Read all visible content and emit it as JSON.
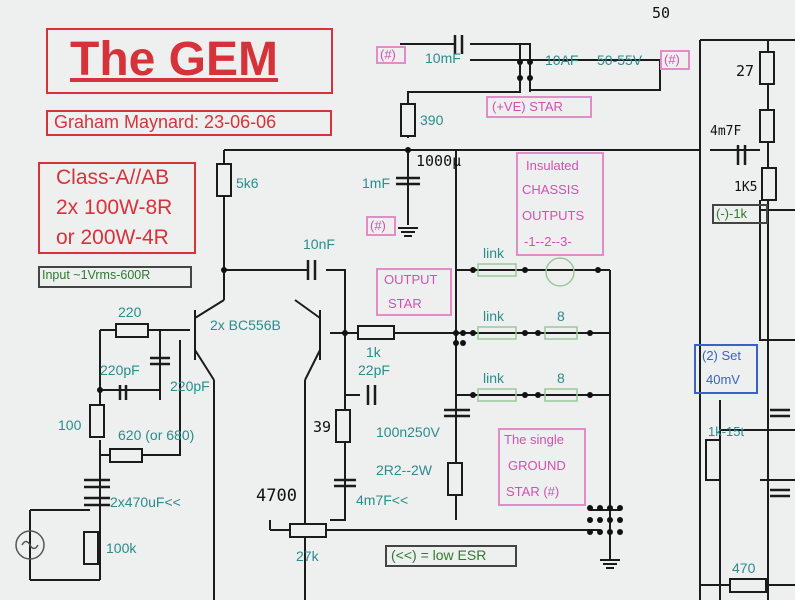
{
  "title": "The GEM",
  "author": "Graham Maynard: 23-06-06",
  "class_lines": [
    "Class-A//AB",
    "2x 100W-8R",
    "or 200W-4R"
  ],
  "input_label": "Input ~1Vrms-600R",
  "components": {
    "top_left_mark": "(#)",
    "cap_10mF": "10mF",
    "supply": "10AF",
    "supply_voltage": "50-55V",
    "supply_mark": "(#)",
    "top_number": "50",
    "pos_star": "(+VE) STAR",
    "r390": "390",
    "r5k6": "5k6",
    "c1mF": "1mF",
    "c1000": "1000μ",
    "mark_hash": "(#)",
    "c10nF": "10nF",
    "transistors": "2x BC556B",
    "r220": "220",
    "c220pF_a": "220pF",
    "c220pF_b": "220pF",
    "r100": "100",
    "r620": "620 (or 680)",
    "c2x470": "2x470uF<<",
    "r100k": "100k",
    "r1k": "1k",
    "c22pF": "22pF",
    "r39": "39",
    "c100n": "100n250V",
    "r2r2": "2R2--2W",
    "c4m7F": "4m7F<<",
    "n4700": "4700",
    "r27k": "27k",
    "low_esr": "(<<) = low ESR",
    "output_star": [
      "OUTPUT",
      "STAR"
    ],
    "insulated": [
      "Insulated",
      "CHASSIS",
      "OUTPUTS",
      "-1--2--3-"
    ],
    "link1": "link",
    "link2": "link",
    "link3": "link",
    "eight1": "8",
    "eight2": "8",
    "ground_star": [
      "The single",
      "GROUND",
      "STAR (#)"
    ],
    "r27": "27",
    "c4m7F_right": "4m7F",
    "r1k5": "1K5",
    "neg_1k": "(-)-1k",
    "set": [
      "(2) Set",
      "40mV"
    ],
    "trim": "1k-15t",
    "r470": "470"
  }
}
